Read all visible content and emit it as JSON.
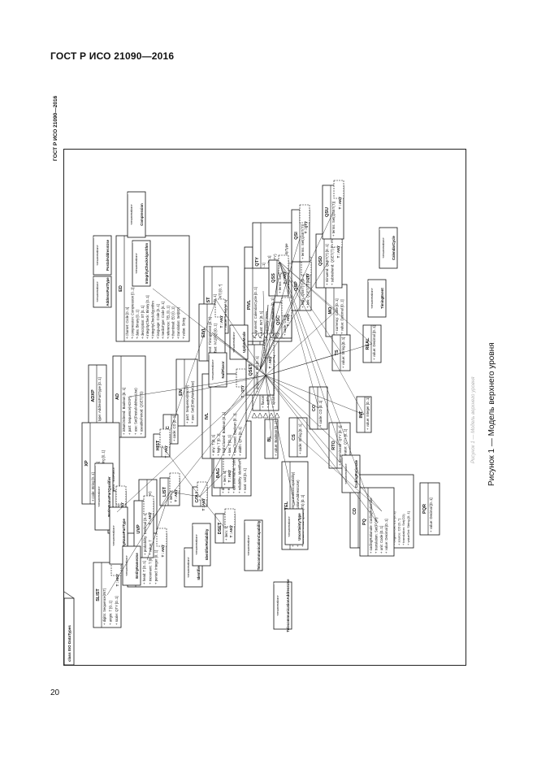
{
  "header": {
    "title": "ГОСТ Р ИСО 21090—2016",
    "side_title": "ГОСТ Р ИСО 21090—2016"
  },
  "caption": {
    "main": "Рисунок 1 — Модель верхнего уровня",
    "faint": "Рисунок 1 — Модель верхнего уровня"
  },
  "page_number": "20",
  "diagram": {
    "frame_title": "class ISO DataTypes",
    "center_class": "ANY",
    "classes": [
      {
        "id": "ANY",
        "name": "ANY",
        "stereotype": "",
        "attrs": [
          "flavorId: Set(String) [0..1]",
          "nullFlavor: NullFlavor [0..1]",
          "updateMode: UpdateMode [0..1]"
        ]
      },
      {
        "id": "HXIT",
        "name": "HXIT",
        "stereotype": "",
        "attrs": [
          "validTimeLow: String [0..1]",
          "validTimeHigh: String [0..1]",
          "controlInformationRoot: String [0..1]",
          "controlInformationExtension: String [0..1]"
        ]
      },
      {
        "id": "ST",
        "name": "ST",
        "stereotype": "",
        "attrs": [
          "language: Code [0..1]",
          "translation: Set(ST.NT) [0..*]",
          "value: String [0..1]"
        ]
      },
      {
        "id": "ED",
        "name": "ED",
        "stereotype": "",
        "attrs": [
          "charset: Code [0..1]",
          "compression: Compression [0..1]",
          "data: Binary [0..1]",
          "description: ST [0..1]",
          "integrityCheck: Binary [0..1]",
          "integrityCheckAlgorithm",
          "language: Code [0..1]",
          "mediaType: Code [0..1]",
          "reference: TEL [0..1]",
          "thumbnail: ED [0..1]",
          "translation: Set(ED)",
          "value: String",
          "xml: XML [0..1]"
        ]
      },
      {
        "id": "AD",
        "name": "AD",
        "stereotype": "",
        "attrs": [
          "isNotOrdered: Boolean [0..1]",
          "part: Sequence(ADXP)",
          "use: Set(PostalAddressUse)",
          "useablePeriod: QSET(TS)"
        ]
      },
      {
        "id": "ADXP",
        "name": "ADXP",
        "stereotype": "",
        "attrs": [
          "type: AddressPartType [0..1]"
        ]
      },
      {
        "id": "XP",
        "name": "XP",
        "stereotype": "",
        "attrs": [
          "code: String [0..1]",
          "codeSystem: String [0..1]",
          "codeSystemVersion: String [0..1]",
          "language: Code",
          "nullFlavor: NullFlavor",
          "value: String [0..1]"
        ]
      },
      {
        "id": "ENXP",
        "name": "ENXP",
        "stereotype": "",
        "attrs": [
          "qualifier: Set(EntityNamePartQualifier)",
          "type: EntityNamePartType [0..1]"
        ]
      },
      {
        "id": "EN",
        "name": "EN",
        "stereotype": "",
        "attrs": [
          "part: Sequence(ENXP)",
          "use: Set(EntityNameUse)"
        ]
      },
      {
        "id": "II",
        "name": "II",
        "stereotype": "",
        "attrs": [
          "displayable: Boolean [0..1]",
          "extension: String [0..1]",
          "identifierName: String [0..1]",
          "reliability: IdentifierReliability",
          "root: Uid [0..1]",
          "scope: IdentifierScope [0..1]"
        ]
      },
      {
        "id": "TEL",
        "name": "TEL",
        "stereotype": "",
        "attrs": [
          "capabilities: Set(TelecommunicationCapability)",
          "use: Set(TelecommunicationAddressUse)",
          "useablePeriod: QSET(TS) [0..1]",
          "value: Uri [0..1]"
        ]
      },
      {
        "id": "CD",
        "name": "CD",
        "stereotype": "",
        "attrs": [
          "code: String [0..1]",
          "codeSystem: String [0..1]",
          "codeSystemName: String [0..1]",
          "codeSystemVersion: String [0..1]",
          "codingRationale: CodingRationale",
          "displayName: ST [0..1]",
          "group: Set(CDGroup)",
          "originalText: ED [0..1]",
          "source: CD [0..*]",
          "translation: Set(CD)",
          "valueSet: String [0..1]",
          "valueSetVersion: String [0..1]"
        ]
      },
      {
        "id": "SC",
        "name": "SC",
        "stereotype": "",
        "attrs": [
          "code: CD [0..1]"
        ]
      },
      {
        "id": "BL",
        "name": "BL",
        "stereotype": "",
        "attrs": [
          "value: Boolean [0..1]"
        ]
      },
      {
        "id": "CS",
        "name": "CS",
        "stereotype": "",
        "attrs": [
          "code: String [0..1]"
        ]
      },
      {
        "id": "CO",
        "name": "CO",
        "stereotype": "",
        "attrs": [
          "code: CD [0..1]",
          "value: Decimal [0..1]"
        ]
      },
      {
        "id": "RTO",
        "name": "RTO",
        "stereotype": "",
        "attrs": [
          "denominator: QTY [0..1]",
          "numerator: QTY [0..1]"
        ]
      },
      {
        "id": "INT",
        "name": "INT",
        "stereotype": "",
        "attrs": [
          "value: Integer [0..1]"
        ]
      },
      {
        "id": "PQ",
        "name": "PQ",
        "stereotype": "",
        "attrs": [
          "codingRationale: CodingRationale",
          "translation: Set(PQR)",
          "unit: Code [0..1]",
          "value: Decimal [0..1]"
        ]
      },
      {
        "id": "PQR",
        "name": "PQR",
        "stereotype": "",
        "attrs": [
          "value: Decimal [0..1]"
        ]
      },
      {
        "id": "REAL",
        "name": "REAL",
        "stereotype": "",
        "attrs": [
          "value: Decimal [0..1]"
        ]
      },
      {
        "id": "MO",
        "name": "MO",
        "stereotype": "",
        "attrs": [
          "currency: Code [0..1]",
          "value: Decimal [0..1]"
        ]
      },
      {
        "id": "TS",
        "name": "TS",
        "stereotype": "",
        "attrs": [
          "value: String [0..1]"
        ]
      },
      {
        "id": "QTY",
        "name": "QTY",
        "stereotype": "",
        "attrs": [
          "expression: ED [0..1]",
          "originalText: EDText [0..1]",
          "uncertainRange: IVL(QTY)",
          "uncertainty: QTY [0..1]",
          "uncertaintyType: UncertaintyType"
        ]
      },
      {
        "id": "BAG",
        "name": "BAG",
        "stereotype": "",
        "attrs": [
          "item: Bag(T)"
        ]
      },
      {
        "id": "DSET",
        "name": "DSET",
        "stereotype": "",
        "attrs": [
          "item: Set(T)"
        ]
      },
      {
        "id": "LIST",
        "name": "LIST",
        "stereotype": "",
        "attrs": [
          "item: List(T)"
        ]
      },
      {
        "id": "HIST",
        "name": "HIST",
        "stereotype": "",
        "attrs": []
      },
      {
        "id": "COLL",
        "name": "COLL",
        "stereotype": "",
        "attrs": []
      },
      {
        "id": "GLIST",
        "name": "GLIST",
        "stereotype": "",
        "attrs": [
          "denominator: Integer [0..1]",
          "head: T [0..1]",
          "increment: T [0..1]",
          "period: Integer [0..1]"
        ]
      },
      {
        "id": "SLIST",
        "name": "SLIST",
        "stereotype": "",
        "attrs": [
          "digits: Sequence(INT)",
          "origin: T [0..1]",
          "scale: QTY [0..1]"
        ]
      },
      {
        "id": "UVP",
        "name": "UVP",
        "stereotype": "",
        "attrs": [
          "probability: Decimal [0..1]",
          "value: T"
        ]
      },
      {
        "id": "NPPD",
        "name": "NPPD",
        "stereotype": "",
        "attrs": [
          "item: Set(UVP(T))"
        ]
      },
      {
        "id": "IVL",
        "name": "IVL",
        "stereotype": "",
        "attrs": [
          "any: T [0..1]",
          "high: T [0..1]",
          "highClosed: Boolean [0..1]",
          "low: T [0..1]",
          "lowClosed: Boolean [0..1]",
          "width: QTY [0..1]"
        ]
      },
      {
        "id": "EIVL",
        "name": "EIVL",
        "stereotype": "",
        "attrs": [
          "event: TimingEvent [0..1]",
          "offset: IVL(PQ) [0..1]"
        ]
      },
      {
        "id": "PIVL",
        "name": "PIVL",
        "stereotype": "",
        "attrs": [
          "alignment: CalendarCycle [0..1]",
          "count: INT [0..1]",
          "frequency: RTO",
          "isFlexible: Boolean [0..1]",
          "period: PQ [0..1]",
          "phase: IVL(TS) [0..1]"
        ]
      },
      {
        "id": "QSET",
        "name": "QSET",
        "stereotype": "",
        "attrs": [
          "originalText: ED [0..1]"
        ]
      },
      {
        "id": "QSP",
        "name": "QSP",
        "stereotype": "",
        "attrs": [
          "high: QSET(T) [0..1]",
          "low: QSET(T) [0..1]"
        ]
      },
      {
        "id": "QSI",
        "name": "QSI",
        "stereotype": "",
        "attrs": [
          "terms: Set(QSET(T))"
        ]
      },
      {
        "id": "QSD",
        "name": "QSD",
        "stereotype": "",
        "attrs": [
          "minuend: QSET(T) [0..1]",
          "subtrahend: QSET(T) [0..1]"
        ]
      },
      {
        "id": "QSU",
        "name": "QSU",
        "stereotype": "",
        "attrs": [
          "terms: Set(QSET(T))"
        ]
      },
      {
        "id": "QSC",
        "name": "QSC",
        "stereotype": "",
        "attrs": [
          "code: CS [0..1]"
        ]
      },
      {
        "id": "QSS",
        "name": "QSS",
        "stereotype": "",
        "attrs": [
          "terms: Set(T)"
        ]
      }
    ],
    "enumerations": [
      "AddressPartType",
      "PostalAddressUse",
      "Compression",
      "IntegrityCheckAlgorithm",
      "EntityNamePartQualifier",
      "EntityNamePartType",
      "EntityNameUse",
      "IdentifierScope",
      "IdentifierReliability",
      "TelecommunicationCapability",
      "TelecommunicationAddressUse",
      "UpdateMode",
      "NullFlavor",
      "UncertaintyType",
      "CodingRationale",
      "TimingEvent",
      "CalendarCycle"
    ],
    "enum_stereotype": "«enumeration»",
    "template_param": "T : ANY",
    "template_param_qty": "T : QTY"
  }
}
